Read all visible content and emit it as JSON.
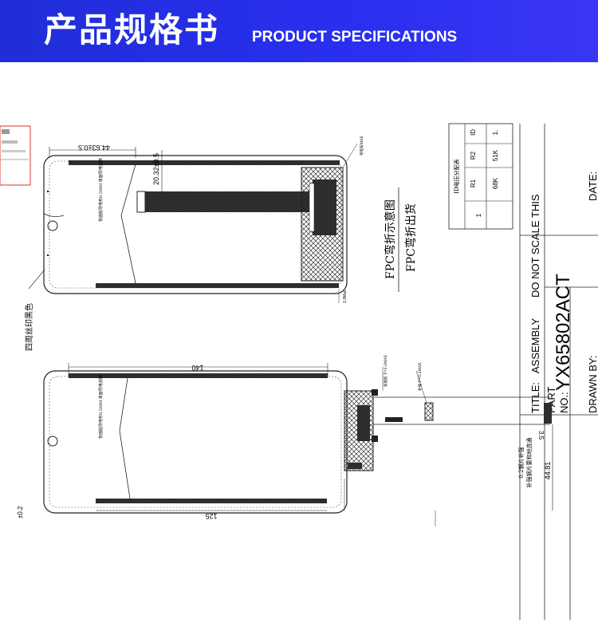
{
  "header": {
    "title_cn": "产品规格书",
    "title_en": "PRODUCT SPECIFICATIONS"
  },
  "drawing": {
    "top_view": {
      "dim_width": "44.63±0.5",
      "dim_offset": "20.32±0.5",
      "note_tail": "背面贴导电布0.5MM\n单面导电泡棉",
      "edge_label": "四周丝印黑色",
      "fpc_note": "导电布MAX",
      "thickness": "1.0Max"
    },
    "bottom_view": {
      "dim_top": "140",
      "dim_bottom": "125",
      "note": "背面贴导电布0.5MM\n单面导电泡棉",
      "dim_height": "44.81",
      "dim_small": "3.5",
      "stiffener_note": "0.2钢片补强",
      "stiffener_note2": "补强钢片要和地连通",
      "fpc_callout1": "双面胶 T=0.2MAX",
      "fpc_callout2": "补强 T=0.2MAX",
      "left_fragment": "±0.2"
    },
    "fpc_labels": {
      "bend_diagram": "FPC弯折示意图",
      "bend_ship": "FPC弯折出货"
    },
    "resistor_table": {
      "title": "ID电压分配表",
      "headers": [
        "R1",
        "R2",
        "ID"
      ],
      "row_index": "1",
      "row": [
        "68K",
        "51K",
        "1."
      ]
    },
    "title_block": {
      "title_label": "TITLE:",
      "title_value": "ASSEMBLY",
      "scale_note": "DO NOT SCALE THIS",
      "part_label": "PART",
      "no_label": "NO.:",
      "part_no": "YX65802ACT",
      "drawn_label": "DRAWN BY:",
      "date_label": "DATE:"
    }
  }
}
